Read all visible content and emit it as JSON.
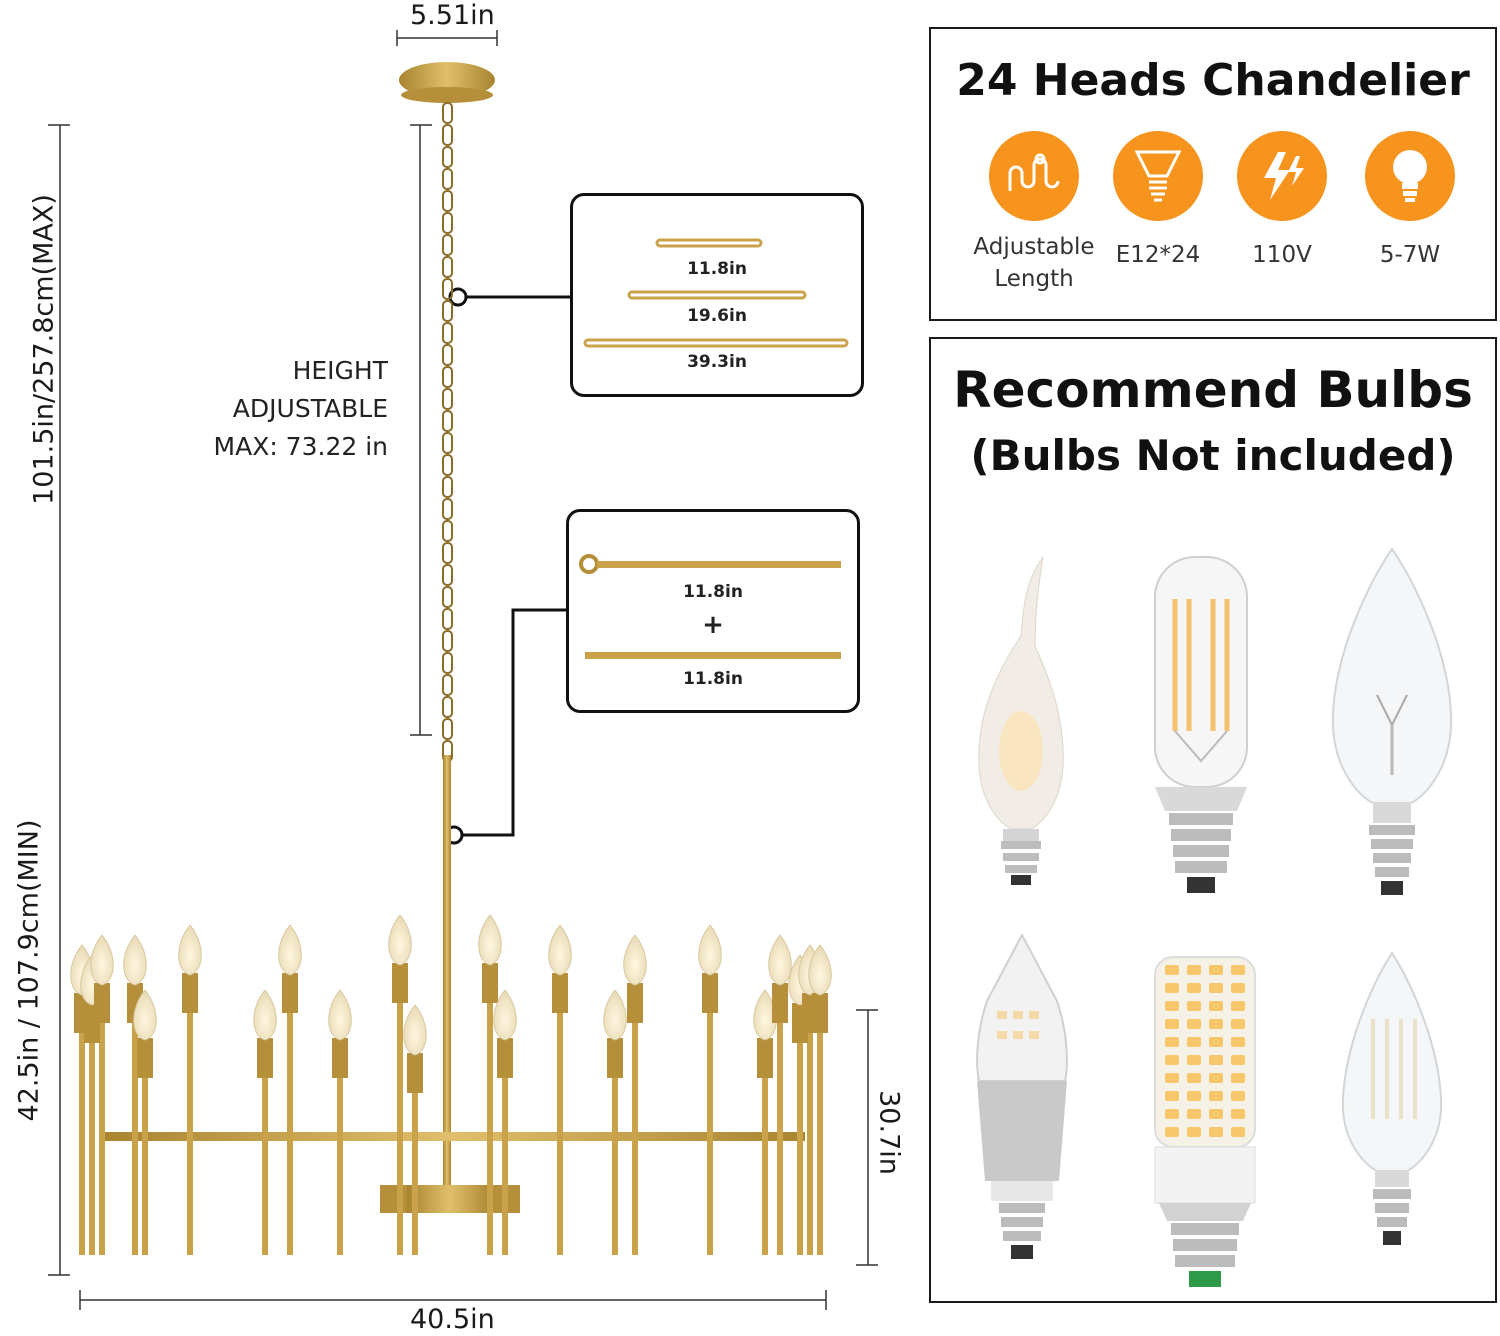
{
  "dimensions": {
    "canopy_width": "5.51in",
    "max_height": "101.5in/257.8cm(MAX)",
    "min_height": "42.5in / 107.9cm(MIN)",
    "body_height": "30.7in",
    "body_width": "40.5in"
  },
  "height_note": {
    "line1": "HEIGHT",
    "line2": "ADJUSTABLE",
    "line3": "MAX: 73.22 in"
  },
  "chain_callout": {
    "items": [
      "11.8in",
      "19.6in",
      "39.3in"
    ]
  },
  "rod_callout": {
    "rod1": "11.8in",
    "plus": "+",
    "rod2": "11.8in"
  },
  "features_panel": {
    "title": "24 Heads Chandelier",
    "features": [
      {
        "icon": "adjustable-length-icon",
        "label_line1": "Adjustable",
        "label_line2": "Length"
      },
      {
        "icon": "bulb-base-icon",
        "label_line1": "E12*24",
        "label_line2": ""
      },
      {
        "icon": "lightning-icon",
        "label_line1": "110V",
        "label_line2": ""
      },
      {
        "icon": "lightbulb-icon",
        "label_line1": "5-7W",
        "label_line2": ""
      }
    ],
    "accent": "#f7941d"
  },
  "bulbs_panel": {
    "title": "Recommend Bulbs",
    "subtitle": "(Bulbs Not included)",
    "bulbs": [
      "frosted-flame-tip-bulb",
      "led-tubular-filament-bulb",
      "clear-candle-bulb",
      "crystal-led-candle-bulb",
      "led-corn-bulb",
      "led-filament-candle-bulb"
    ]
  },
  "colors": {
    "gold": "#c9a24a",
    "gold_dark": "#a8842f",
    "accent": "#f7941d"
  }
}
